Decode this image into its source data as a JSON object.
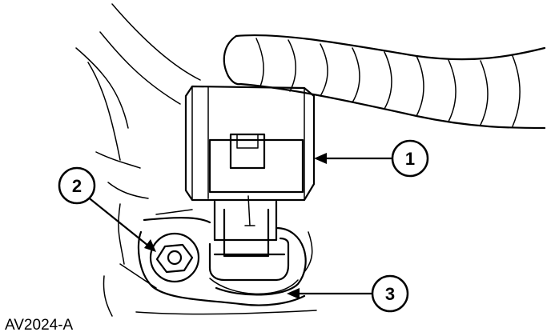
{
  "figure": {
    "id_label": "AV2024-A",
    "callouts": [
      {
        "number": "1"
      },
      {
        "number": "2"
      },
      {
        "number": "3"
      }
    ]
  },
  "colors": {
    "line": "#000000",
    "background": "#ffffff"
  }
}
